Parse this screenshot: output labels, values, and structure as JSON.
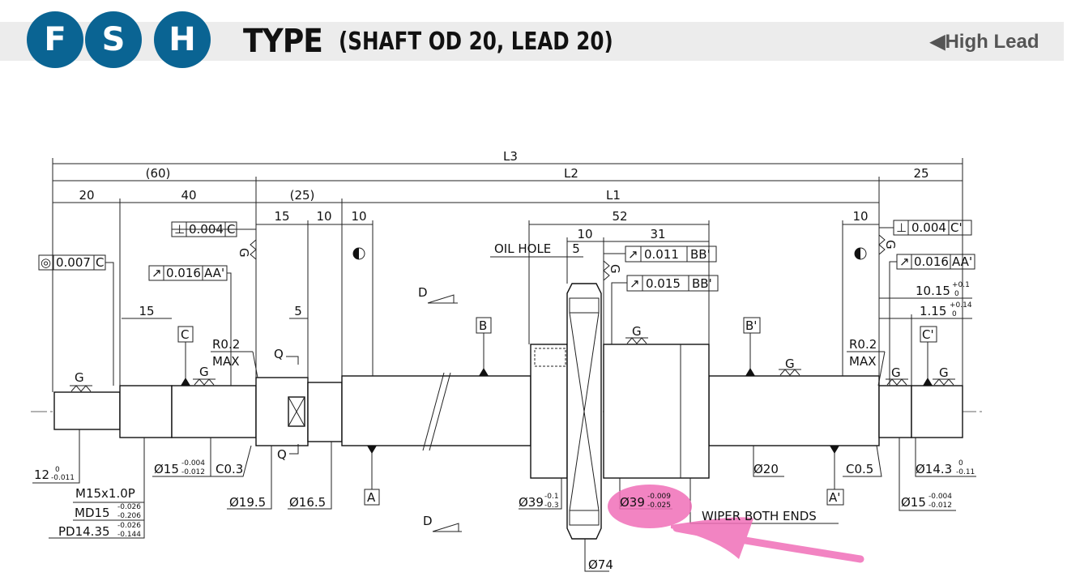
{
  "header": {
    "badges": [
      "F",
      "S",
      "H"
    ],
    "type": "TYPE",
    "subtitle": "(SHAFT OD 20, LEAD 20)",
    "nav_link": "High Lead",
    "brand_color": "#0a6493"
  },
  "dims": {
    "L3": "L3",
    "p60": "(60)",
    "L2": "L2",
    "d25": "25",
    "d20": "20",
    "d40": "40",
    "p25": "(25)",
    "L1": "L1",
    "d15a": "15",
    "d10a": "10",
    "d10b": "10",
    "d52": "52",
    "d10c": "10",
    "d10d": "10",
    "d31": "31",
    "d5a": "5",
    "d15b": "15",
    "d5b": "5",
    "oil_hole": "OIL HOLE"
  },
  "gdt": [
    {
      "symbol": "⊥",
      "value": "0.004",
      "datum": "C"
    },
    {
      "symbol": "◎",
      "value": "0.007",
      "datum": "C"
    },
    {
      "symbol": "↗",
      "value": "0.016",
      "datum": "AA'"
    },
    {
      "symbol": "↗",
      "value": "0.011",
      "datum": "BB'"
    },
    {
      "symbol": "↗",
      "value": "0.015",
      "datum": "BB'"
    },
    {
      "symbol": "⊥",
      "value": "0.004",
      "datum": "C'"
    },
    {
      "symbol": "↗",
      "value": "0.016",
      "datum": "AA'"
    }
  ],
  "datums": {
    "C": "C",
    "B": "B",
    "Bp": "B'",
    "Cp": "C'",
    "A": "A",
    "Ap": "A'"
  },
  "marks": {
    "G": "G",
    "Q": "Q",
    "D": "D",
    "R02": "R0.2",
    "MAX": "MAX"
  },
  "callouts": {
    "d12": {
      "main": "12",
      "up": "0",
      "lo": "-0.011"
    },
    "thread": "M15x1.0P",
    "md15": {
      "main": "MD15",
      "up": "-0.026",
      "lo": "-0.206"
    },
    "pd": {
      "main": "PD14.35",
      "up": "-0.026",
      "lo": "-0.144"
    },
    "dia15a": {
      "main": "Ø15",
      "up": "-0.004",
      "lo": "-0.012"
    },
    "c03": "C0.3",
    "dia195": "Ø19.5",
    "dia165": "Ø16.5",
    "dia39a": {
      "main": "Ø39",
      "up": "-0.1",
      "lo": "-0.3"
    },
    "dia74": "Ø74",
    "dia39b": {
      "main": "Ø39",
      "up": "-0.009",
      "lo": "-0.025"
    },
    "wiper": "WIPER BOTH ENDS",
    "dia20": "Ø20",
    "c05": "C0.5",
    "dia143": {
      "main": "Ø14.3",
      "up": "0",
      "lo": "-0.11"
    },
    "dia15b": {
      "main": "Ø15",
      "up": "-0.004",
      "lo": "-0.012"
    },
    "d1015": {
      "main": "10.15",
      "up": "+0.1",
      "lo": "0"
    },
    "d115": {
      "main": "1.15",
      "up": "+0.14",
      "lo": "0"
    }
  },
  "highlight_color": "#f06fb8"
}
